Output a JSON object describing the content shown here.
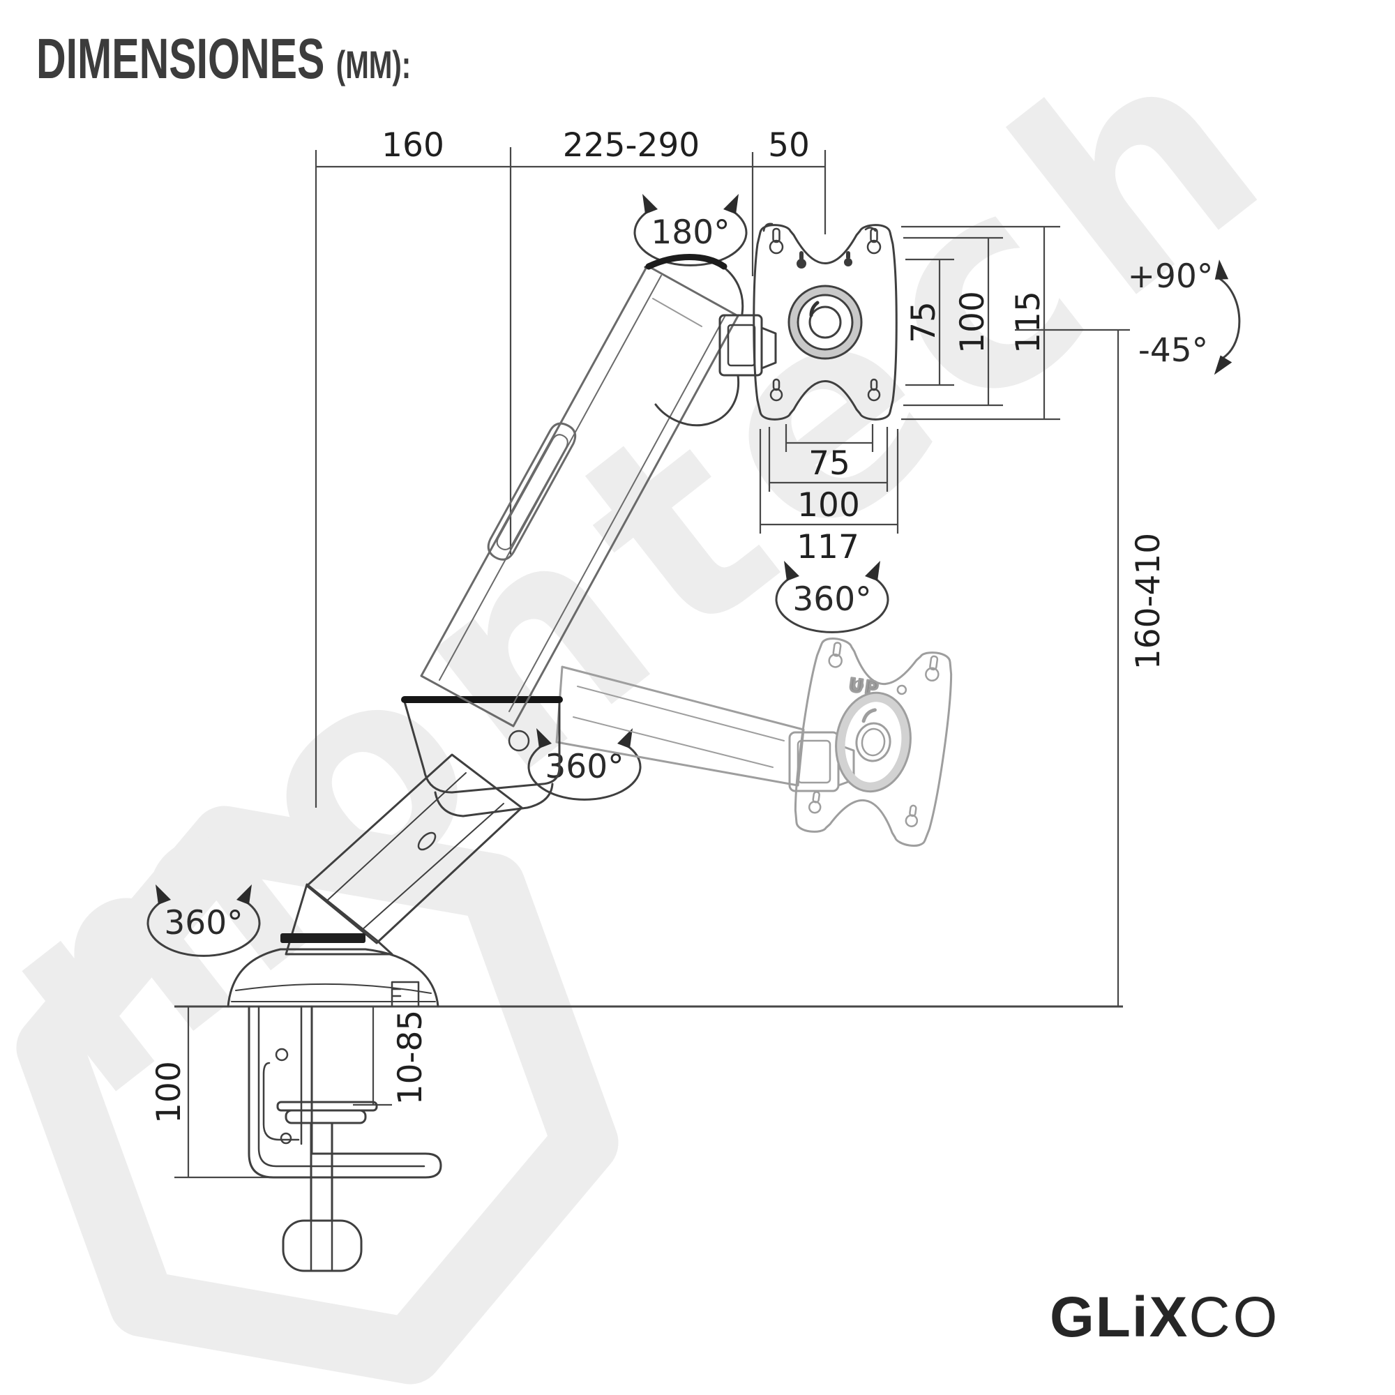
{
  "title": {
    "main": "DIMENSIONES",
    "unit": "(mm):"
  },
  "watermark": {
    "text": "montech"
  },
  "logo": {
    "bold": "GLiX",
    "light": "CO"
  },
  "dimensions": {
    "base_offset": "160",
    "arm_reach": "225-290",
    "mount_depth": "50",
    "vesa_vertical": {
      "v75": "75",
      "v100": "100",
      "v115": "115"
    },
    "vesa_horizontal": {
      "h75": "75",
      "h100": "100",
      "h117": "117"
    },
    "height_range": "160-410",
    "clamp_height": "100",
    "desk_thickness": "10-85"
  },
  "rotations": {
    "top_swivel": "180°",
    "vesa_rotation": "360°",
    "arm_rotation": "360°",
    "base_rotation": "360°",
    "tilt_up": "+90°",
    "tilt_down": "-45°"
  },
  "plate": {
    "up_label": "UP"
  },
  "colors": {
    "line": "#474747",
    "drawing": "#3f3f3f",
    "ghost": "#9e9e9e",
    "accent": "#1a1a1a",
    "watermark": "#ededed",
    "title": "#3c3c3c",
    "logo": "#262626"
  }
}
